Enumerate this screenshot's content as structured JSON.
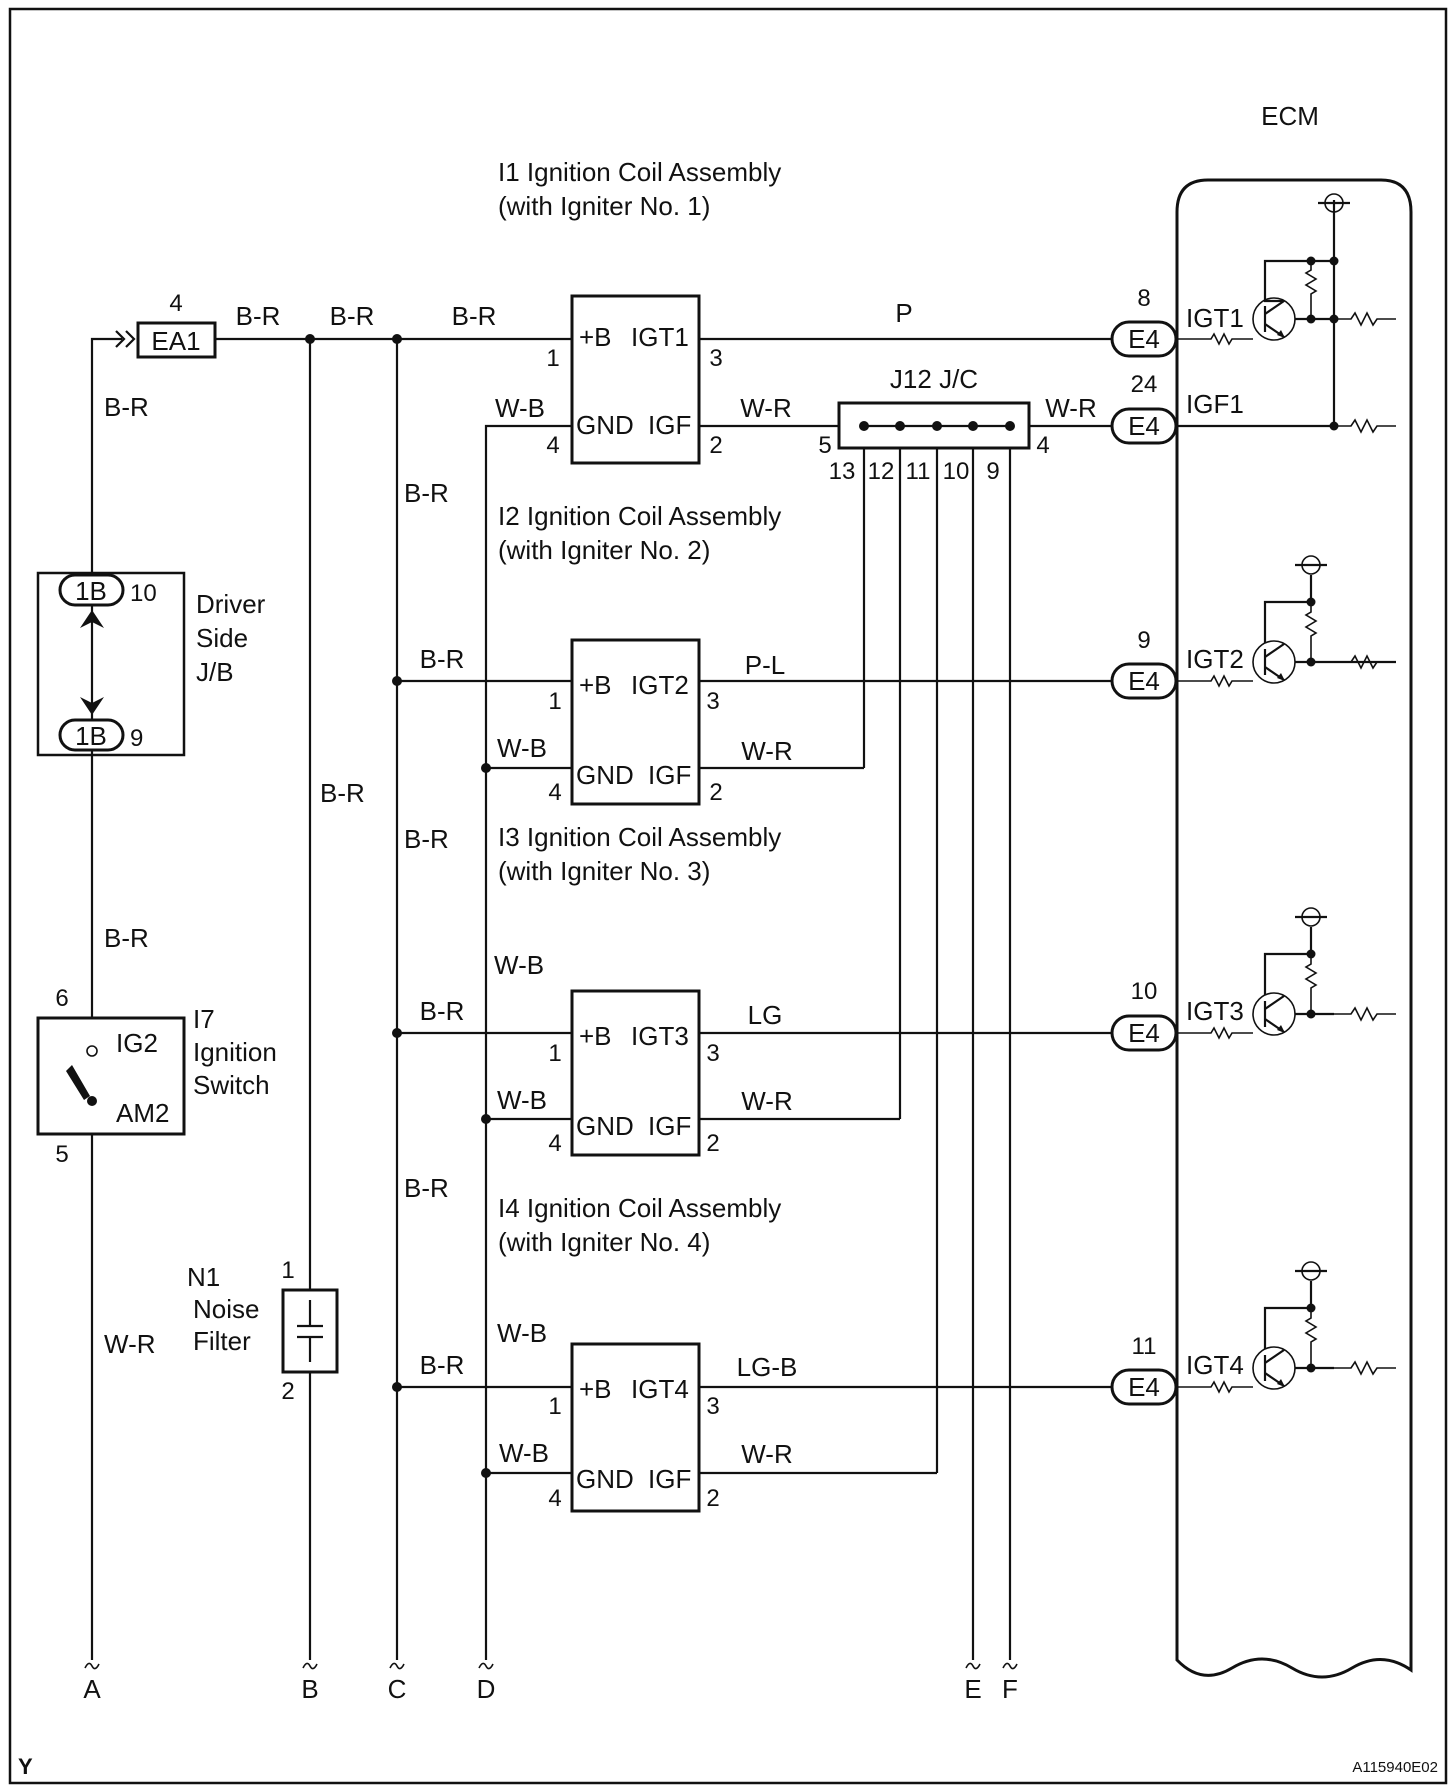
{
  "ecm": {
    "title": "ECM"
  },
  "corner": {
    "left": "Y",
    "code": "A115940E02"
  },
  "ea1": {
    "pin": "4",
    "name": "EA1"
  },
  "wire_color_labels": {
    "br_top_1": "B-R",
    "br_top_2": "B-R",
    "br_top_3": "B-R",
    "br_left_a": "B-R",
    "br_left_b": "B-R",
    "wr_left": "W-R",
    "br_busb": "B-R",
    "br_busc_1": "B-R",
    "br_busc_2": "B-R",
    "br_busc_3": "B-R",
    "wb_1": "W-B",
    "wb_3a": "W-B",
    "wb_4a": "W-B",
    "wr_jc_right": "W-R"
  },
  "driver_jb": {
    "line1": "Driver",
    "line2": "Side",
    "line3": "J/B",
    "conn_top": "1B",
    "pin_top": "10",
    "conn_bottom": "1B",
    "pin_bottom": "9"
  },
  "ignition_switch": {
    "ref": "I7",
    "line1": "Ignition",
    "line2": "Switch",
    "term_top": "IG2",
    "term_bottom": "AM2",
    "pin_top": "6",
    "pin_bottom": "5"
  },
  "noise_filter": {
    "ref": "N1",
    "line1": "Noise",
    "line2": "Filter",
    "pin_top": "1",
    "pin_bottom": "2"
  },
  "junction": {
    "name": "J12 J/C",
    "pin_left": "5",
    "pin_right": "4",
    "pins_bottom": [
      "13",
      "12",
      "11",
      "10",
      "9"
    ]
  },
  "coils": [
    {
      "title1": "I1 Ignition Coil Assembly",
      "title2": "(with Igniter No. 1)",
      "pos": "+B",
      "igt": "IGT1",
      "gnd": "GND",
      "igf": "IGF",
      "pin_pos": "1",
      "pin_gnd": "4",
      "pin_igt": "3",
      "pin_igf": "2",
      "bplus_wire": "",
      "gnd_wire": "W-B",
      "igt_wire": "P",
      "igf_wire": "W-R"
    },
    {
      "title1": "I2 Ignition Coil Assembly",
      "title2": "(with Igniter No. 2)",
      "pos": "+B",
      "igt": "IGT2",
      "gnd": "GND",
      "igf": "IGF",
      "pin_pos": "1",
      "pin_gnd": "4",
      "pin_igt": "3",
      "pin_igf": "2",
      "bplus_wire": "B-R",
      "gnd_wire": "W-B",
      "igt_wire": "P-L",
      "igf_wire": "W-R"
    },
    {
      "title1": "I3 Ignition Coil Assembly",
      "title2": "(with Igniter No. 3)",
      "pos": "+B",
      "igt": "IGT3",
      "gnd": "GND",
      "igf": "IGF",
      "pin_pos": "1",
      "pin_gnd": "4",
      "pin_igt": "3",
      "pin_igf": "2",
      "bplus_wire": "B-R",
      "gnd_wire": "W-B",
      "igt_wire": "LG",
      "igf_wire": "W-R"
    },
    {
      "title1": "I4 Ignition Coil Assembly",
      "title2": "(with Igniter No. 4)",
      "pos": "+B",
      "igt": "IGT4",
      "gnd": "GND",
      "igf": "IGF",
      "pin_pos": "1",
      "pin_gnd": "4",
      "pin_igt": "3",
      "pin_igf": "2",
      "bplus_wire": "B-R",
      "gnd_wire": "W-B",
      "igt_wire": "LG-B",
      "igf_wire": "W-R"
    }
  ],
  "ecm_pins": [
    {
      "conn": "E4",
      "pin": "8",
      "signal": "IGT1"
    },
    {
      "conn": "E4",
      "pin": "24",
      "signal": "IGF1"
    },
    {
      "conn": "E4",
      "pin": "9",
      "signal": "IGT2"
    },
    {
      "conn": "E4",
      "pin": "10",
      "signal": "IGT3"
    },
    {
      "conn": "E4",
      "pin": "11",
      "signal": "IGT4"
    }
  ],
  "continuations": [
    "A",
    "B",
    "C",
    "D",
    "E",
    "F"
  ]
}
